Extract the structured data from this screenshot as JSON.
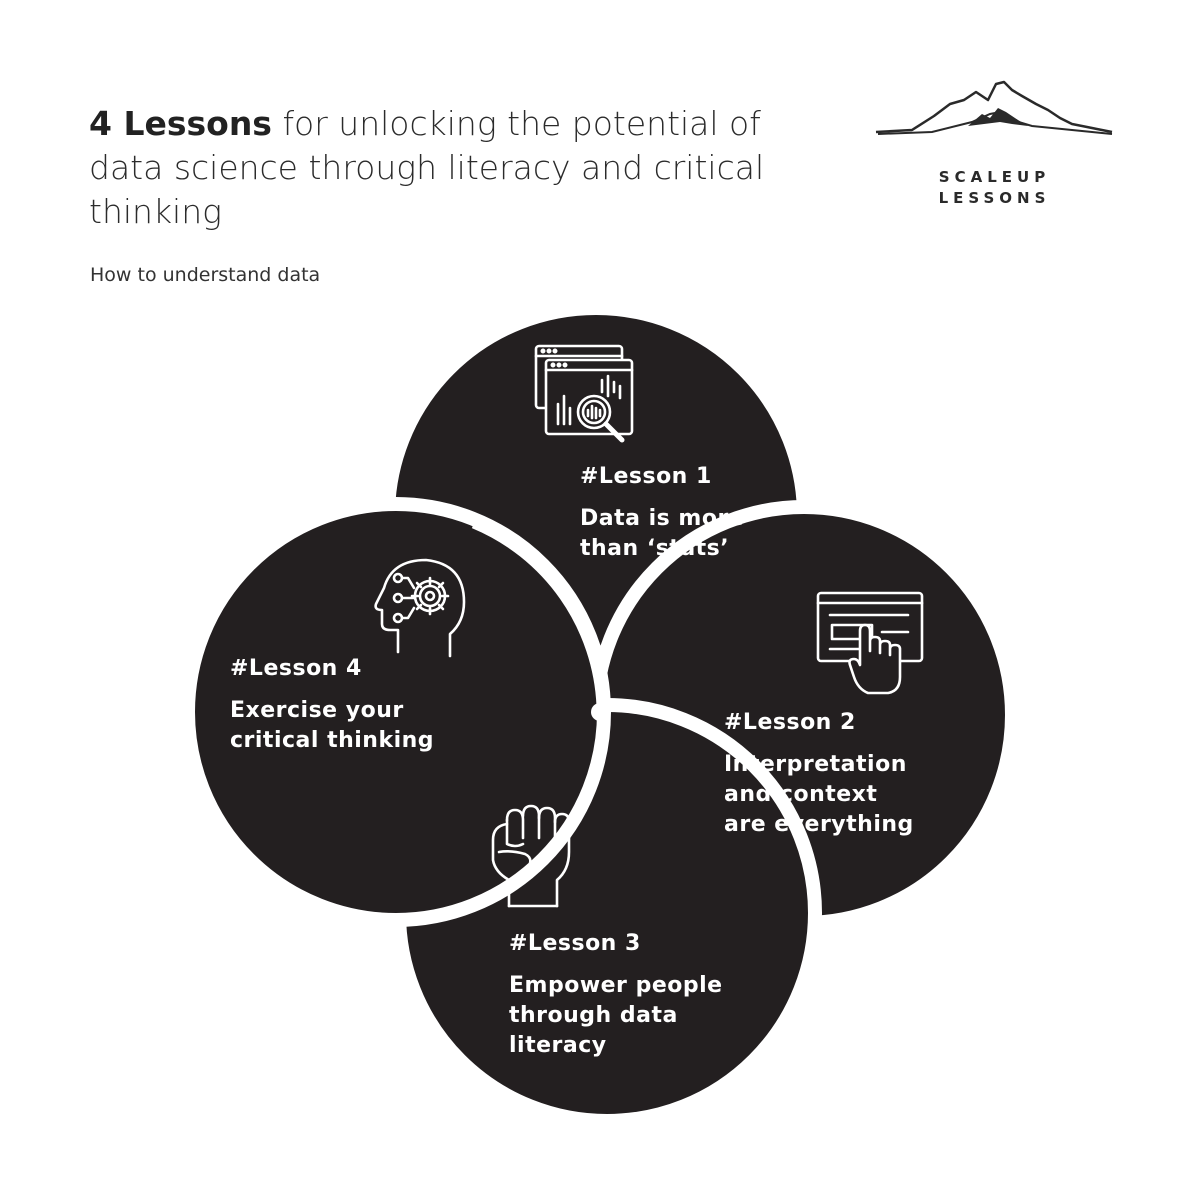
{
  "header": {
    "title_bold": "4 Lessons",
    "title_rest": " for unlocking the potential of data science through literacy and critical thinking",
    "subtitle": "How to understand data"
  },
  "logo": {
    "line1": "SCALEUP",
    "line2": "LESSONS",
    "icon": "mountain-icon"
  },
  "lessons": [
    {
      "number": "#Lesson 1",
      "text": "Data is more\nthan ‘stats’",
      "icon": "data-analysis-icon"
    },
    {
      "number": "#Lesson 2",
      "text": "Interpretation\nand context\nare everything",
      "icon": "touch-screen-icon"
    },
    {
      "number": "#Lesson 3",
      "text": "Empower people\nthrough data\nliteracy",
      "icon": "raised-fist-icon"
    },
    {
      "number": "#Lesson 4",
      "text": "Exercise your\ncritical thinking",
      "icon": "head-gear-icon"
    }
  ],
  "colors": {
    "circle": "#231f20",
    "text": "#ffffff",
    "background": "#ffffff"
  }
}
